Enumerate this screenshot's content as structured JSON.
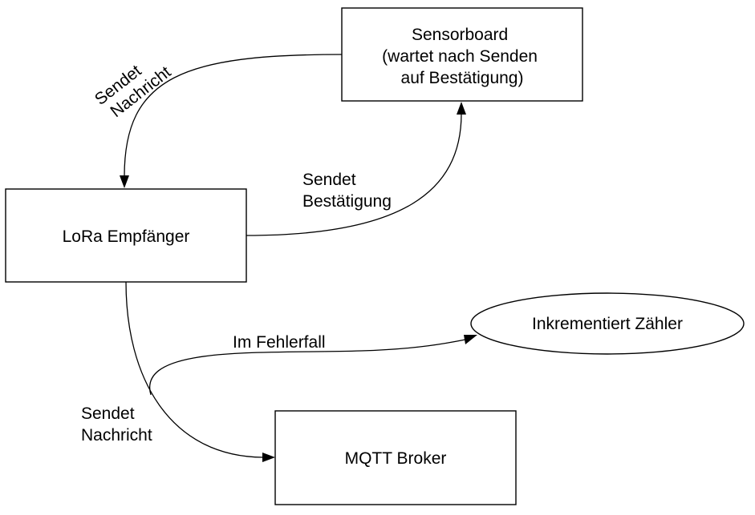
{
  "nodes": {
    "sensorboard": {
      "lines": [
        "Sensorboard",
        "(wartet nach Senden",
        "auf Bestätigung)"
      ]
    },
    "lora": {
      "label": "LoRa Empfänger"
    },
    "counter": {
      "label": "Inkrementiert Zähler"
    },
    "mqtt": {
      "label": "MQTT Broker"
    }
  },
  "edges": {
    "sensor_to_lora": {
      "lines": [
        "Sendet",
        "Nachricht"
      ]
    },
    "lora_to_sensor": {
      "lines": [
        "Sendet",
        "Bestätigung"
      ]
    },
    "lora_to_mqtt": {
      "lines": [
        "Sendet",
        "Nachricht"
      ]
    },
    "error_to_counter": {
      "label": "Im Fehlerfall"
    }
  }
}
